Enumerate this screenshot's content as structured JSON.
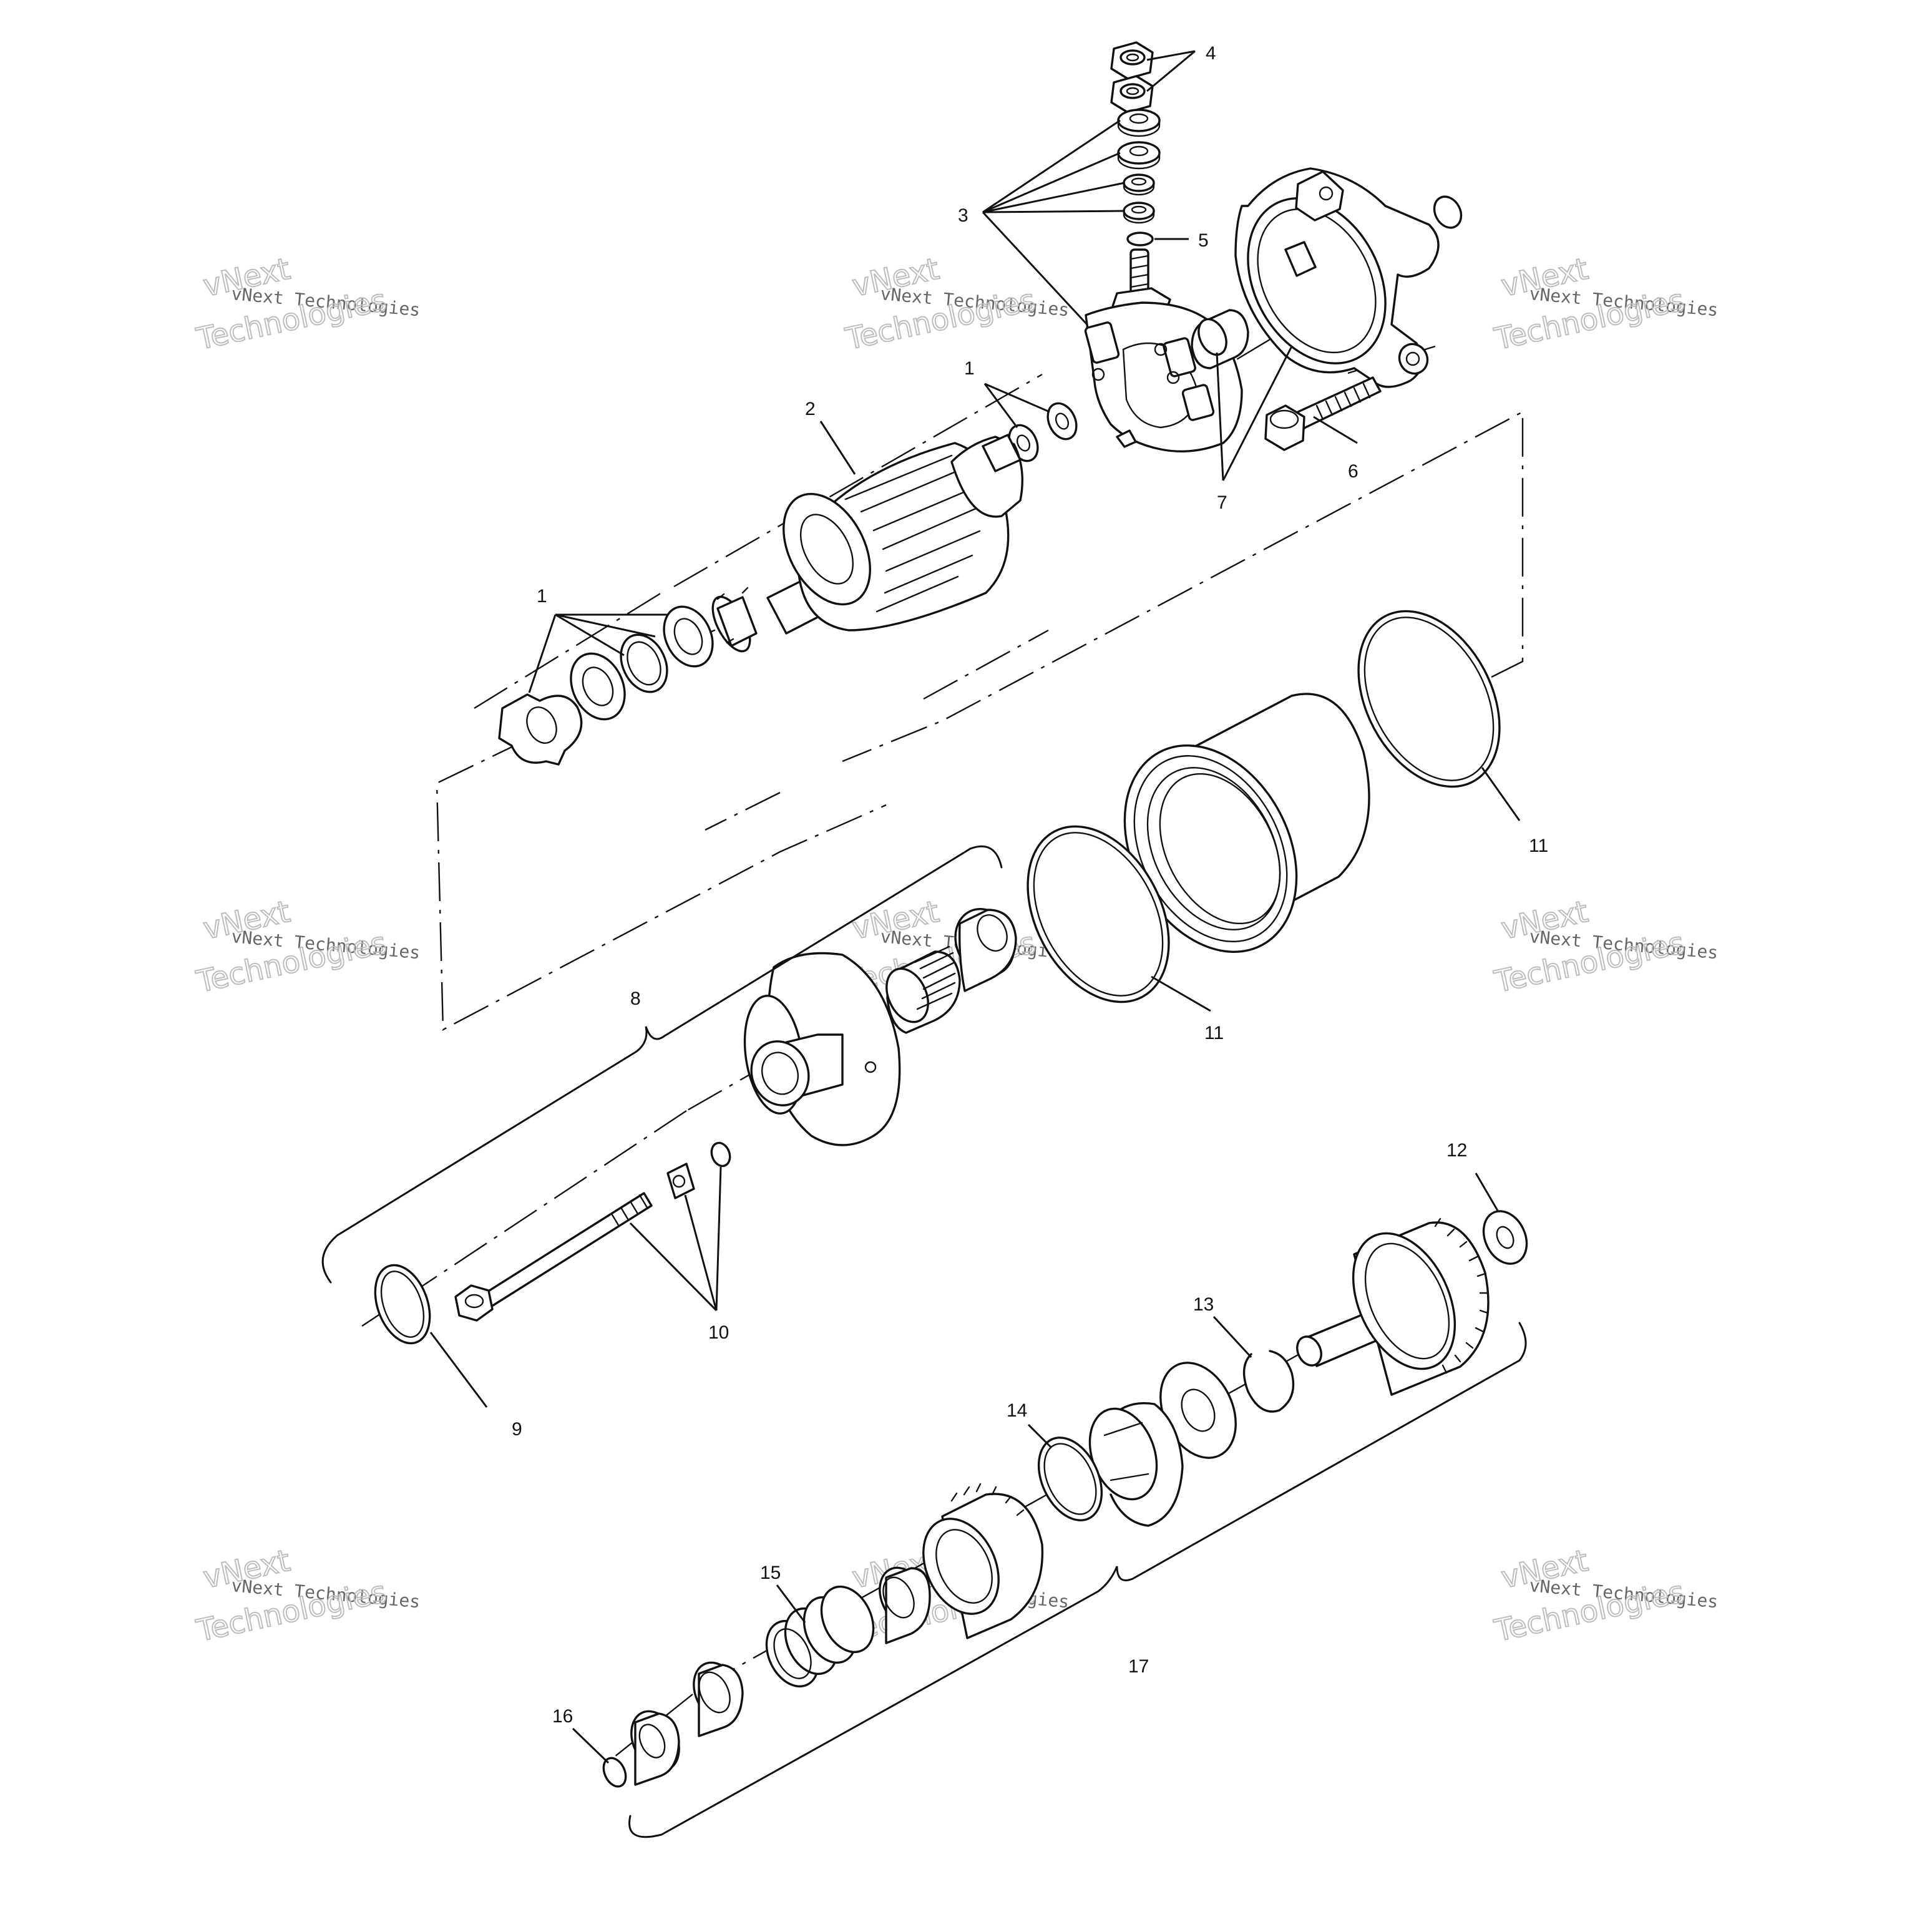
{
  "callouts": {
    "c1_top": "1",
    "c1_mid": "1",
    "c2": "2",
    "c3": "3",
    "c4": "4",
    "c5": "5",
    "c6": "6",
    "c7": "7",
    "c8": "8",
    "c9": "9",
    "c10": "10",
    "c11_right": "11",
    "c11_left": "11",
    "c12": "12",
    "c13": "13",
    "c14": "14",
    "c15": "15",
    "c16": "16",
    "c17": "17"
  },
  "watermark": {
    "company": "vNext Technologies",
    "brand": "vNext",
    "subtitle": "Technologies"
  },
  "colors": {
    "line": "#111111",
    "watermark": "#bdbdbd",
    "background": "#ffffff"
  }
}
